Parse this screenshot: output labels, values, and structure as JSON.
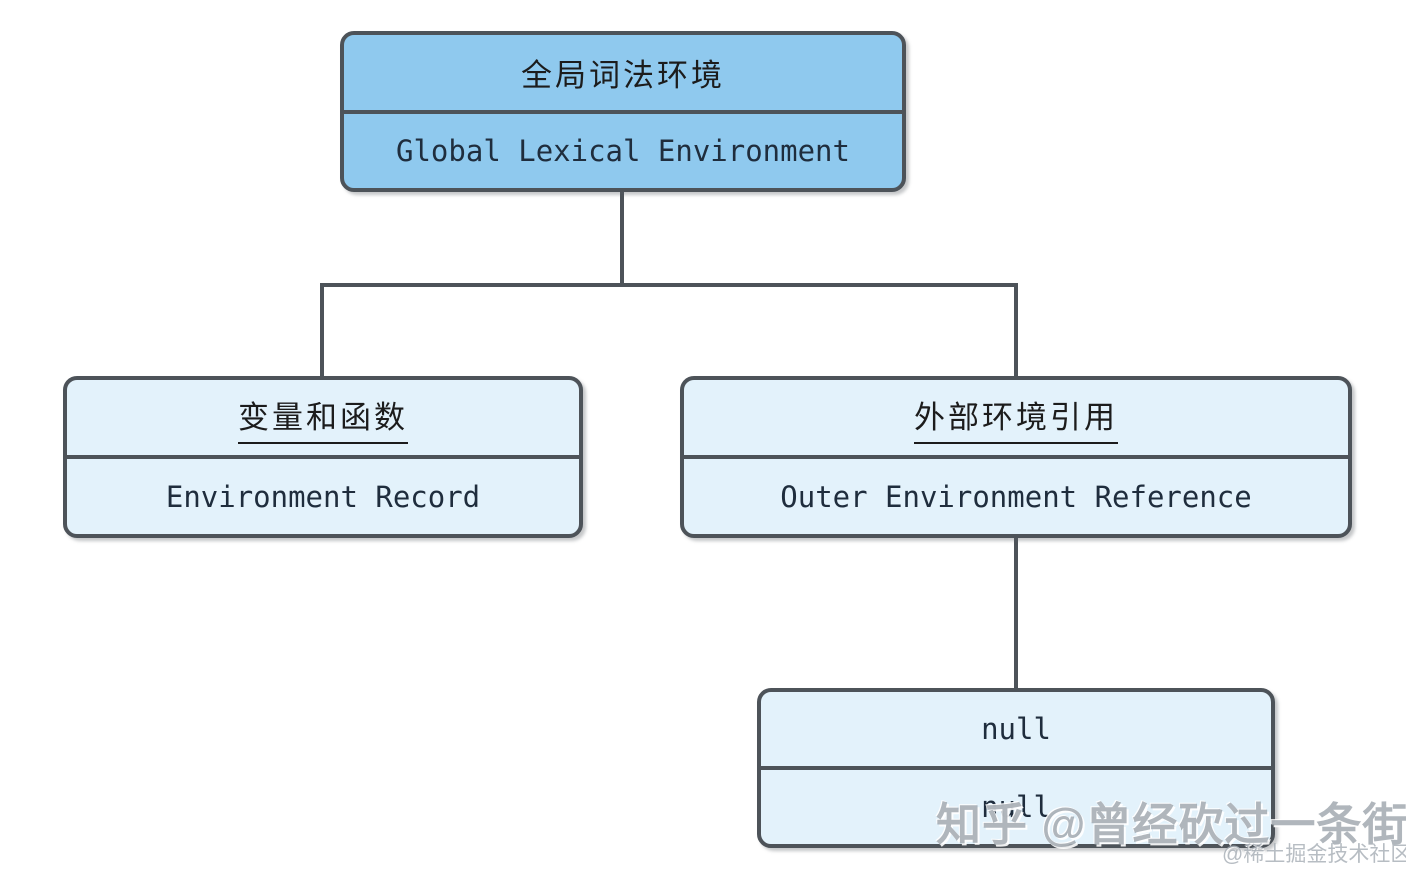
{
  "diagram": {
    "type": "tree",
    "nodes": {
      "global": {
        "zh": "全局词法环境",
        "en": "Global Lexical Environment"
      },
      "record": {
        "zh": "变量和函数",
        "en": "Environment Record"
      },
      "outer": {
        "zh": "外部环境引用",
        "en": "Outer Environment Reference"
      },
      "nullnode": {
        "top": "null",
        "bottom": "null"
      }
    },
    "colors": {
      "root_fill": "#8fc9ee",
      "child_fill": "#e3f2fb",
      "border_and_lines": "#4d5359",
      "text_en": "#1f2d3d",
      "text_zh": "#1c1c1c"
    }
  },
  "watermarks": {
    "zhihu": "知乎 @曾经砍过一条街",
    "juejin": "@稀土掘金技术社区"
  }
}
